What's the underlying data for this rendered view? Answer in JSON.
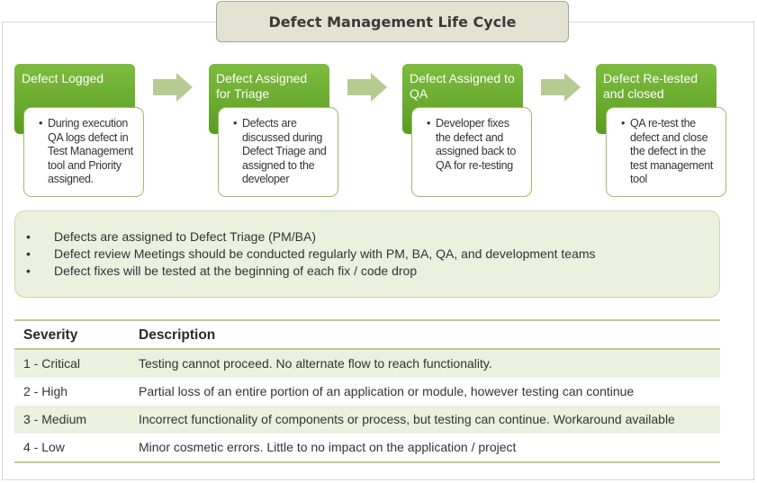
{
  "title": "Defect Management Life Cycle",
  "stages": [
    {
      "title": "Defect Logged",
      "description": "During execution QA logs defect in Test Management tool and Priority assigned."
    },
    {
      "title": "Defect Assigned for Triage",
      "description": "Defects are discussed during Defect Triage and assigned to the developer"
    },
    {
      "title": "Defect Assigned to QA",
      "description": "Developer fixes the defect and assigned back to QA for re-testing"
    },
    {
      "title": "Defect Re-tested and closed",
      "description": "QA re-test the defect and close the defect in the test management tool"
    }
  ],
  "bullet_symbol": "•",
  "notes": [
    "Defects are assigned to Defect Triage (PM/BA)",
    "Defect review Meetings should be conducted regularly with PM, BA, QA, and development  teams",
    "Defect fixes will be tested at the beginning of each fix / code drop"
  ],
  "severity_table": {
    "headers": [
      "Severity",
      "Description"
    ],
    "rows": [
      {
        "severity": "1 - Critical",
        "description": "Testing cannot proceed.  No alternate flow to reach functionality."
      },
      {
        "severity": "2 - High",
        "description": "Partial loss of an entire portion of an application or module, however testing can continue"
      },
      {
        "severity": "3 - Medium",
        "description": "Incorrect functionality of components  or process, but testing can continue.  Workaround  available"
      },
      {
        "severity": "4 - Low",
        "description": "Minor cosmetic errors.  Little to no impact on the application / project"
      }
    ]
  },
  "colors": {
    "stage_green": "#6aac2f",
    "stage_border": "#97c162",
    "arrow": "#b5cb92",
    "light_green": "#ebf1de",
    "title_bg": "#e4e2d3"
  },
  "icons": {
    "flow_arrow": "arrow-right-icon"
  }
}
